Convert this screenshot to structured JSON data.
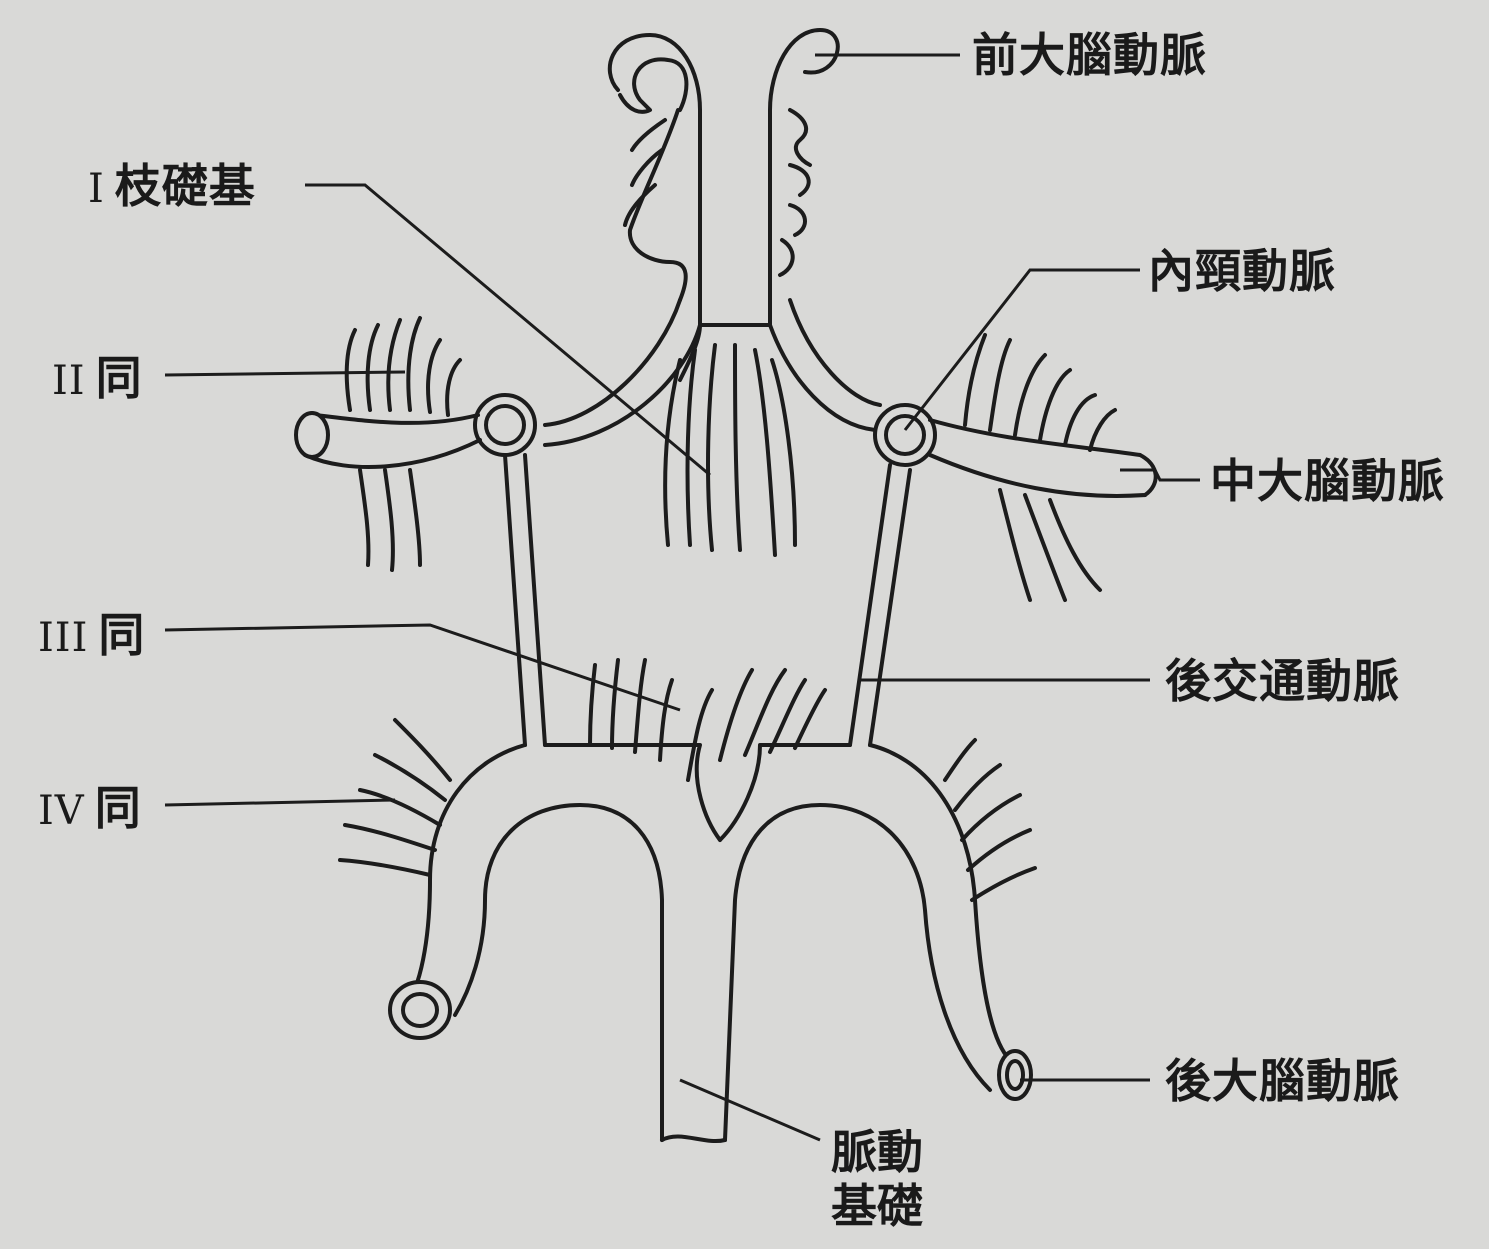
{
  "labels": {
    "aca": "前大腦動脈",
    "branch1_num": "I",
    "branch1_text": "枝礎基",
    "ica": "內頸動脈",
    "branch2_num": "II",
    "branch2_text": "同",
    "mca": "中大腦動脈",
    "branch3_num": "III",
    "branch3_text": "同",
    "pcom": "後交通動脈",
    "branch4_num": "IV",
    "branch4_text": "同",
    "pca": "後大腦動脈",
    "basilar_line1": "脈動",
    "basilar_line2": "基礎"
  }
}
